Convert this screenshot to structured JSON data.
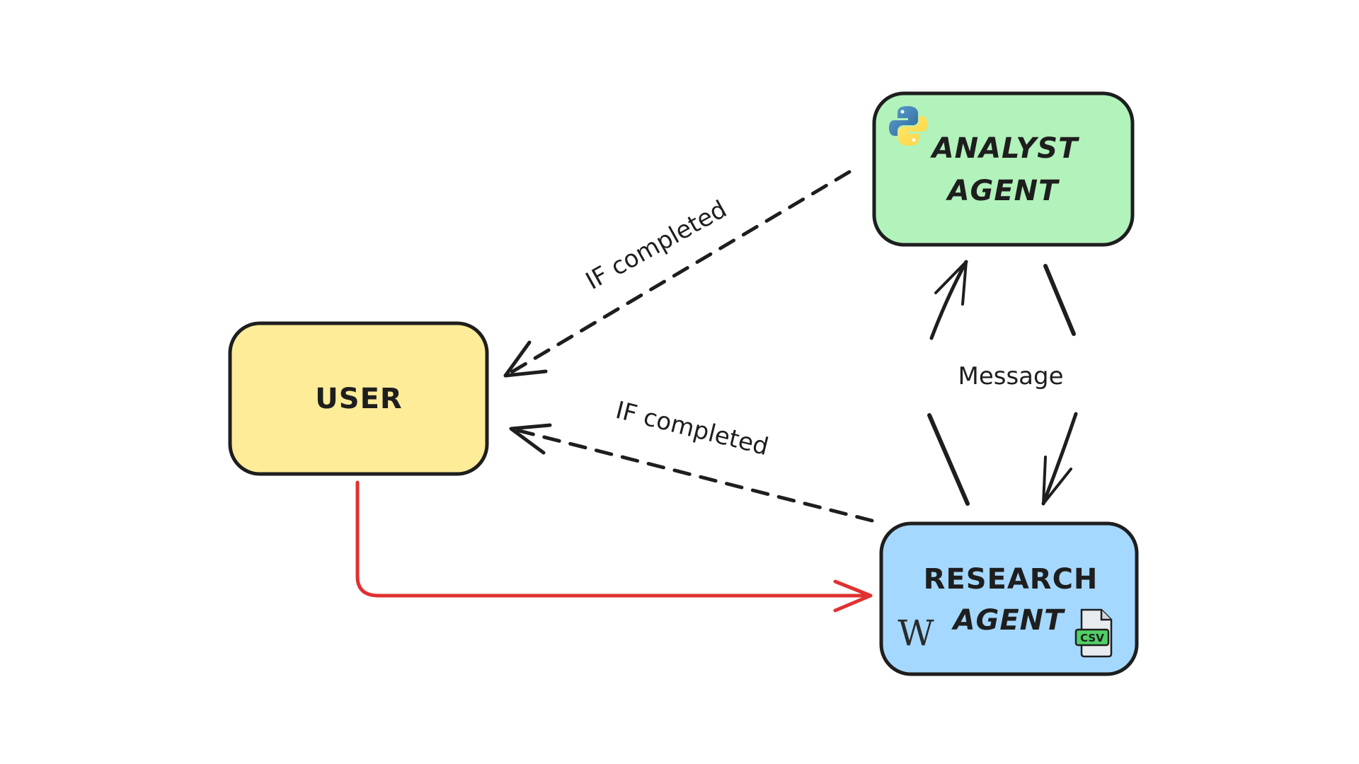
{
  "colors": {
    "background": "#ffffff",
    "stroke": "#1e1e1e",
    "user_fill": "#ffec99",
    "analyst_fill": "#b2f2bb",
    "research_fill": "#a5d8ff",
    "primary_edge": "#e03131"
  },
  "nodes": {
    "user": {
      "label": "USER"
    },
    "analyst": {
      "label_line1": "ANALYST",
      "label_line2": "AGENT",
      "icon": "python-logo-icon"
    },
    "research": {
      "label_line1": "RESEARCH",
      "label_line2": "AGENT",
      "icons": [
        "wikipedia-icon",
        "csv-file-icon"
      ],
      "wiki_glyph": "W",
      "csv_text": "CSV"
    }
  },
  "edges": {
    "analyst_to_user": {
      "label": "IF completed",
      "style": "dashed"
    },
    "research_to_user": {
      "label": "IF completed",
      "style": "dashed"
    },
    "research_analyst": {
      "label": "Message",
      "style": "bidirectional"
    },
    "user_to_research": {
      "label": "",
      "style": "solid-red"
    }
  }
}
